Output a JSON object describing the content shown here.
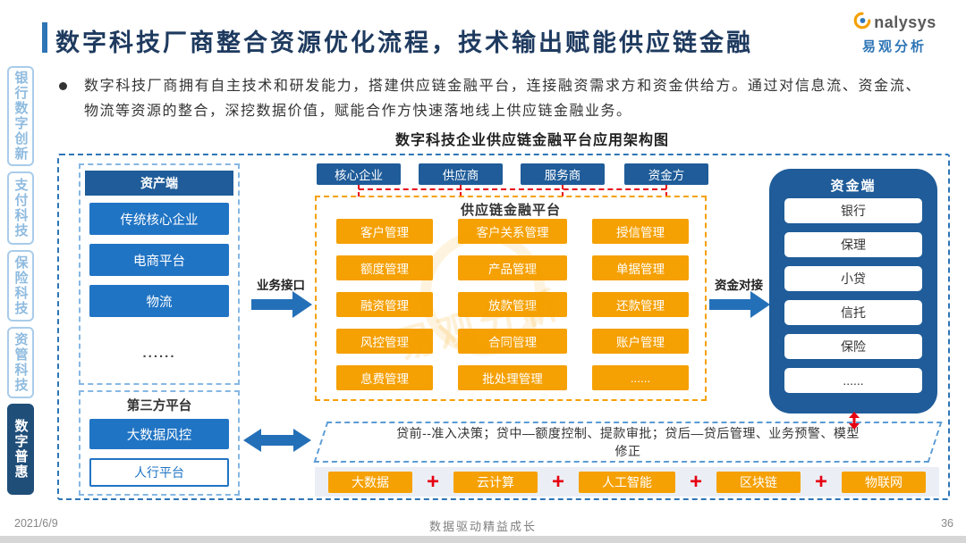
{
  "meta": {
    "slide_title": "数字科技厂商整合资源优化流程，技术输出赋能供应链金融",
    "bullet_text": "数字科技厂商拥有自主技术和研发能力，搭建供应链金融平台，连接融资需求方和资金供给方。通过对信息流、资金流、物流等资源的整合，深挖数据价值，赋能合作方快速落地线上供应链金融业务。",
    "diagram_title": "数字科技企业供应链金融平台应用架构图"
  },
  "logo": {
    "brand_en": "nalysys",
    "brand_cn": "易观分析"
  },
  "sidebar": {
    "items": [
      {
        "label": "银行数字创新",
        "active": false
      },
      {
        "label": "支付科技",
        "active": false
      },
      {
        "label": "保险科技",
        "active": false
      },
      {
        "label": "资管科技",
        "active": false
      },
      {
        "label": "数字普惠",
        "active": true
      }
    ]
  },
  "diagram": {
    "asset_panel": {
      "header": "资产端",
      "items": [
        "传统核心企业",
        "电商平台",
        "物流"
      ],
      "more": "......"
    },
    "third_party_panel": {
      "header": "第三方平台",
      "solid_item": "大数据风控",
      "outline_item": "人行平台"
    },
    "roles": [
      "核心企业",
      "供应商",
      "服务商",
      "资金方"
    ],
    "left_arrow_label": "业务接口",
    "right_arrow_label": "资金对接",
    "platform": {
      "title": "供应链金融平台",
      "col1": [
        "客户管理",
        "额度管理",
        "融资管理",
        "风控管理",
        "息费管理"
      ],
      "col2": [
        "客户关系管理",
        "产品管理",
        "放款管理",
        "合同管理",
        "批处理管理"
      ],
      "col3": [
        "授信管理",
        "单据管理",
        "还款管理",
        "账户管理",
        "......"
      ]
    },
    "fund_panel": {
      "header": "资金端",
      "items": [
        "银行",
        "保理",
        "小贷",
        "信托",
        "保险",
        "......"
      ]
    },
    "loan_note": "贷前--准入决策；贷中—额度控制、提款审批；贷后—贷后管理、业务预警、模型\n修正",
    "tech_items": [
      "大数据",
      "云计算",
      "人工智能",
      "区块链",
      "物联网"
    ],
    "plus": "+"
  },
  "footer": {
    "date": "2021/6/9",
    "slogan": "数据驱动精益成长",
    "page": "36"
  },
  "watermark": "易观分析",
  "colors": {
    "accent_blue": "#2E75B6",
    "dark_blue": "#1F5C99",
    "item_blue": "#2074C4",
    "orange": "#F5A003",
    "red": "#E60012",
    "active_tab": "#1F4E79"
  }
}
